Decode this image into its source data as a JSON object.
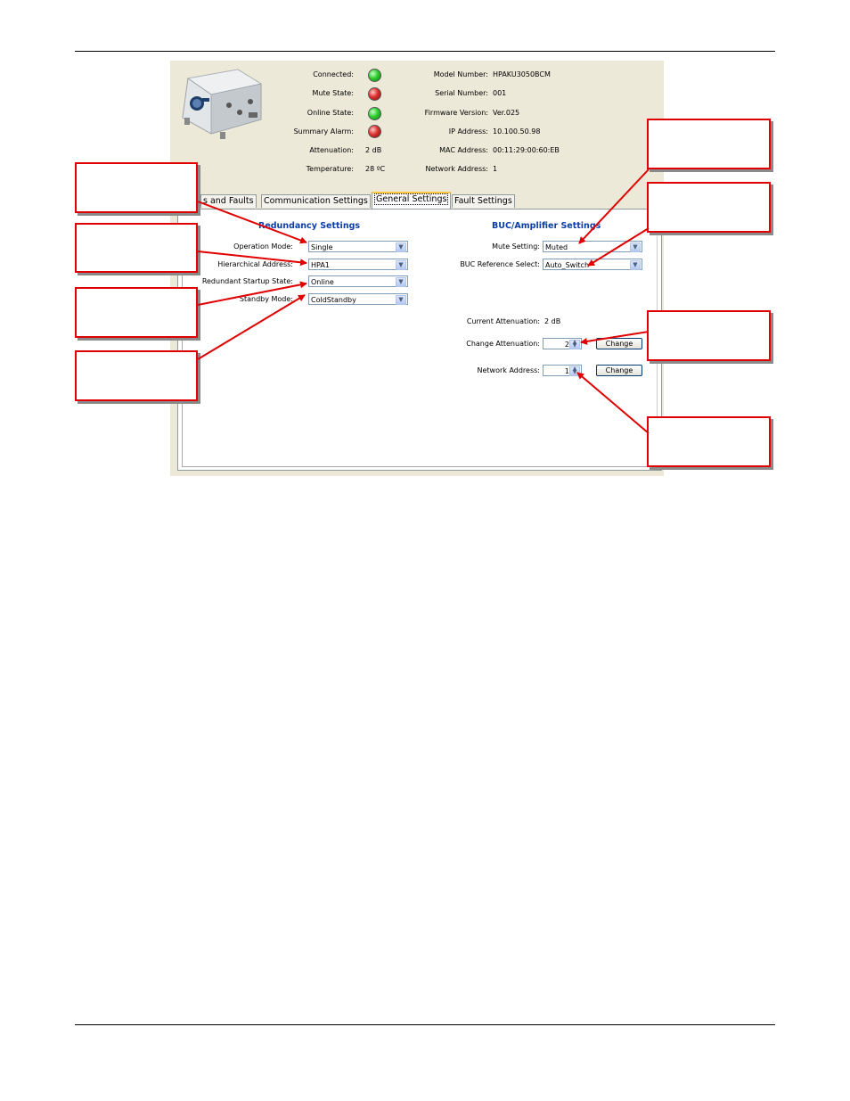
{
  "status": {
    "connected_label": "Connected:",
    "mute_state_label": "Mute State:",
    "online_state_label": "Online State:",
    "summary_alarm_label": "Summary Alarm:",
    "attenuation_label": "Attenuation:",
    "attenuation_value": "2 dB",
    "temperature_label": "Temperature:",
    "temperature_value": "28 ºC",
    "colors": {
      "connected": "green",
      "mute_state": "red",
      "online_state": "green",
      "summary_alarm": "red"
    }
  },
  "device_info": {
    "model_number_label": "Model Number:",
    "model_number_value": "HPAKU3050BCM",
    "serial_number_label": "Serial Number:",
    "serial_number_value": "001",
    "firmware_version_label": "Firmware Version:",
    "firmware_version_value": "Ver.025",
    "ip_address_label": "IP Address:",
    "ip_address_value": "10.100.50.98",
    "mac_address_label": "MAC Address:",
    "mac_address_value": "00:11:29:00:60:EB",
    "network_address_label": "Network Address:",
    "network_address_value": "1"
  },
  "tabs": [
    {
      "label": "s and Faults"
    },
    {
      "label": "Communication Settings"
    },
    {
      "label": "General Settings"
    },
    {
      "label": "Fault Settings"
    }
  ],
  "redundancy": {
    "title": "Redundancy Settings",
    "operation_mode_label": "Operation Mode:",
    "operation_mode_value": "Single",
    "hierarchical_address_label": "Hierarchical Address:",
    "hierarchical_address_value": "HPA1",
    "redundant_startup_state_label": "Redundant Startup State:",
    "redundant_startup_state_value": "Online",
    "standby_mode_label": "Standby Mode:",
    "standby_mode_value": "ColdStandby"
  },
  "buc": {
    "title": "BUC/Amplifier Settings",
    "mute_setting_label": "Mute Setting:",
    "mute_setting_value": "Muted",
    "buc_reference_select_label": "BUC Reference Select:",
    "buc_reference_select_value": "Auto_Switch",
    "current_attenuation_label": "Current Attenuation:",
    "current_attenuation_value": "2 dB",
    "change_attenuation_label": "Change Attenuation:",
    "change_attenuation_value": "2",
    "network_address_label": "Network Address:",
    "network_address_value": "1",
    "change_button_label": "Change"
  },
  "accent_colors": {
    "section_title": "#0b3ea6",
    "callout_border": "#e00000",
    "arrow": "#e00000"
  }
}
